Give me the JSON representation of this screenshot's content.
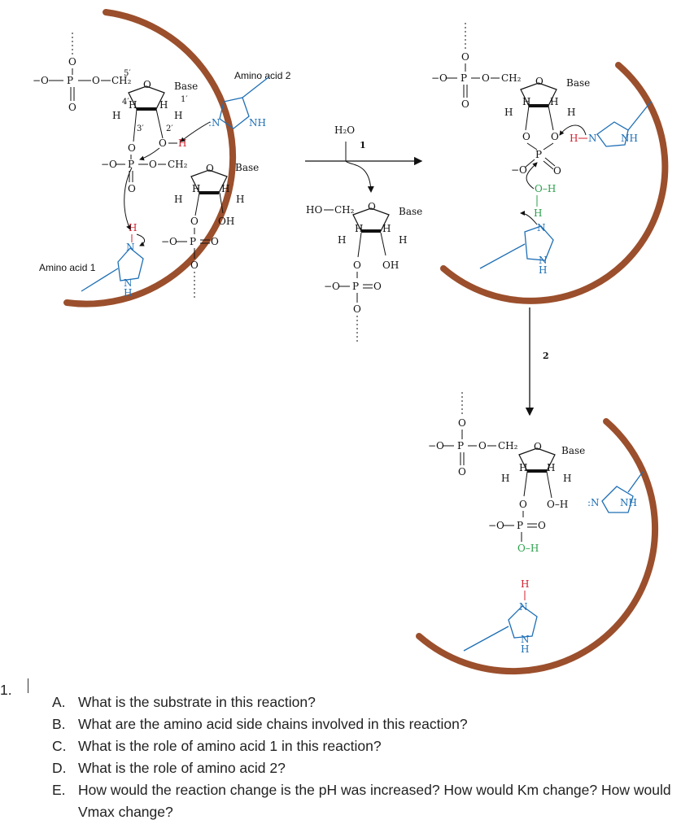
{
  "colors": {
    "enzyme": "#9b4f2c",
    "red": "#d2202e",
    "blue": "#1e6fb5",
    "green": "#2aa04a"
  },
  "labels": {
    "amino_acid_2": "Amino acid 2",
    "amino_acid_1": "Amino acid 1",
    "step1": "1",
    "step2": "2",
    "water": "H₂O",
    "base": "Base",
    "ho": "HO",
    "ch2": "CH₂",
    "oh": "OH",
    "o_h": "O–H",
    "nh": "NH",
    "n": ":N",
    "nplus": "N",
    "h": "H",
    "p": "P",
    "o": "O",
    "o_minus": "−O",
    "p5": "5′",
    "p4": "4′",
    "p3": "3′",
    "p2": "2′",
    "p1": "1′"
  },
  "question_number": "1.",
  "questions": [
    {
      "letter": "A.",
      "text": "What is the substrate in this reaction?"
    },
    {
      "letter": "B.",
      "text": "What are the amino acid side chains involved in this reaction?"
    },
    {
      "letter": "C.",
      "text": "What is the role of amino acid 1 in this reaction?"
    },
    {
      "letter": "D.",
      "text": "What is the role of amino acid 2?"
    },
    {
      "letter": "E.",
      "text": "How would the reaction change is the pH was increased? How would Km change? How would Vmax change?"
    }
  ]
}
